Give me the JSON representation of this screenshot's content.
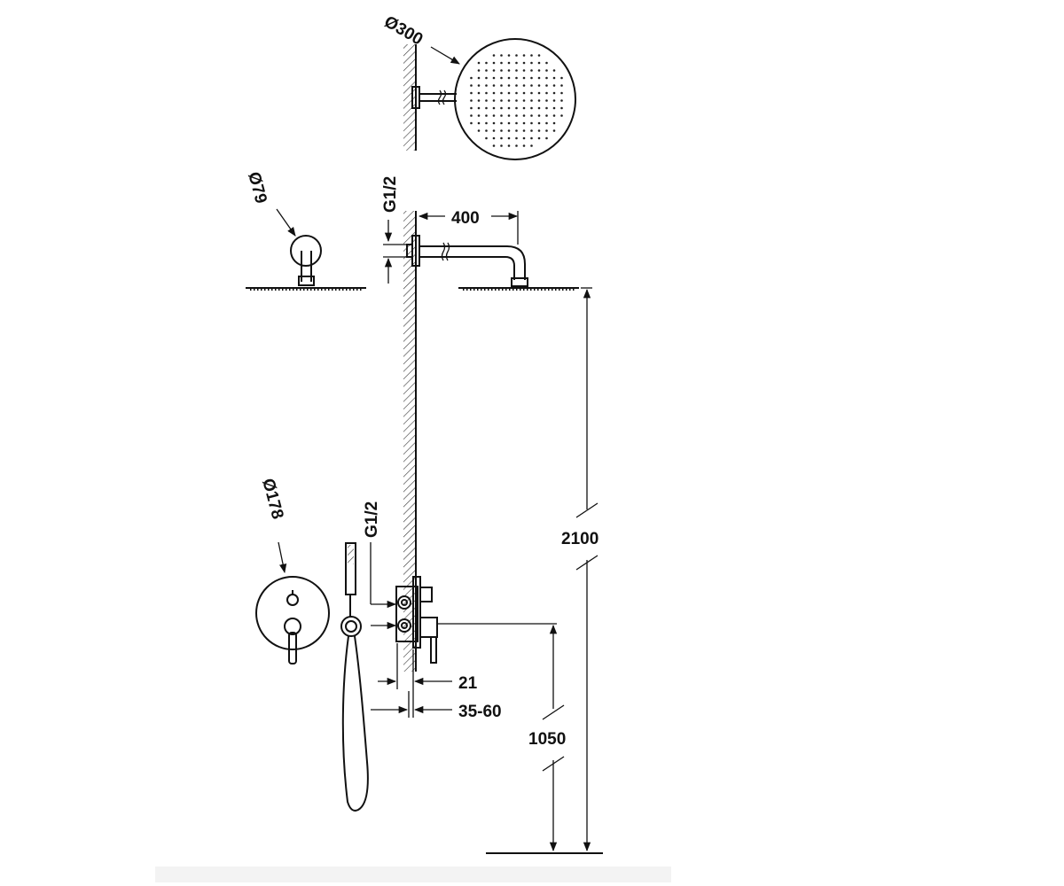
{
  "dimensions": {
    "head_diameter": "Ø300",
    "flange_diameter": "Ø79",
    "arm_thread": "G1/2",
    "arm_length": "400",
    "head_height": "2100",
    "plate_diameter": "Ø178",
    "mixer_thread": "G1/2",
    "plate_depth": "21",
    "wall_depth": "35-60",
    "mixer_height": "1050"
  },
  "colors": {
    "line": "#111111",
    "background": "#ffffff"
  }
}
